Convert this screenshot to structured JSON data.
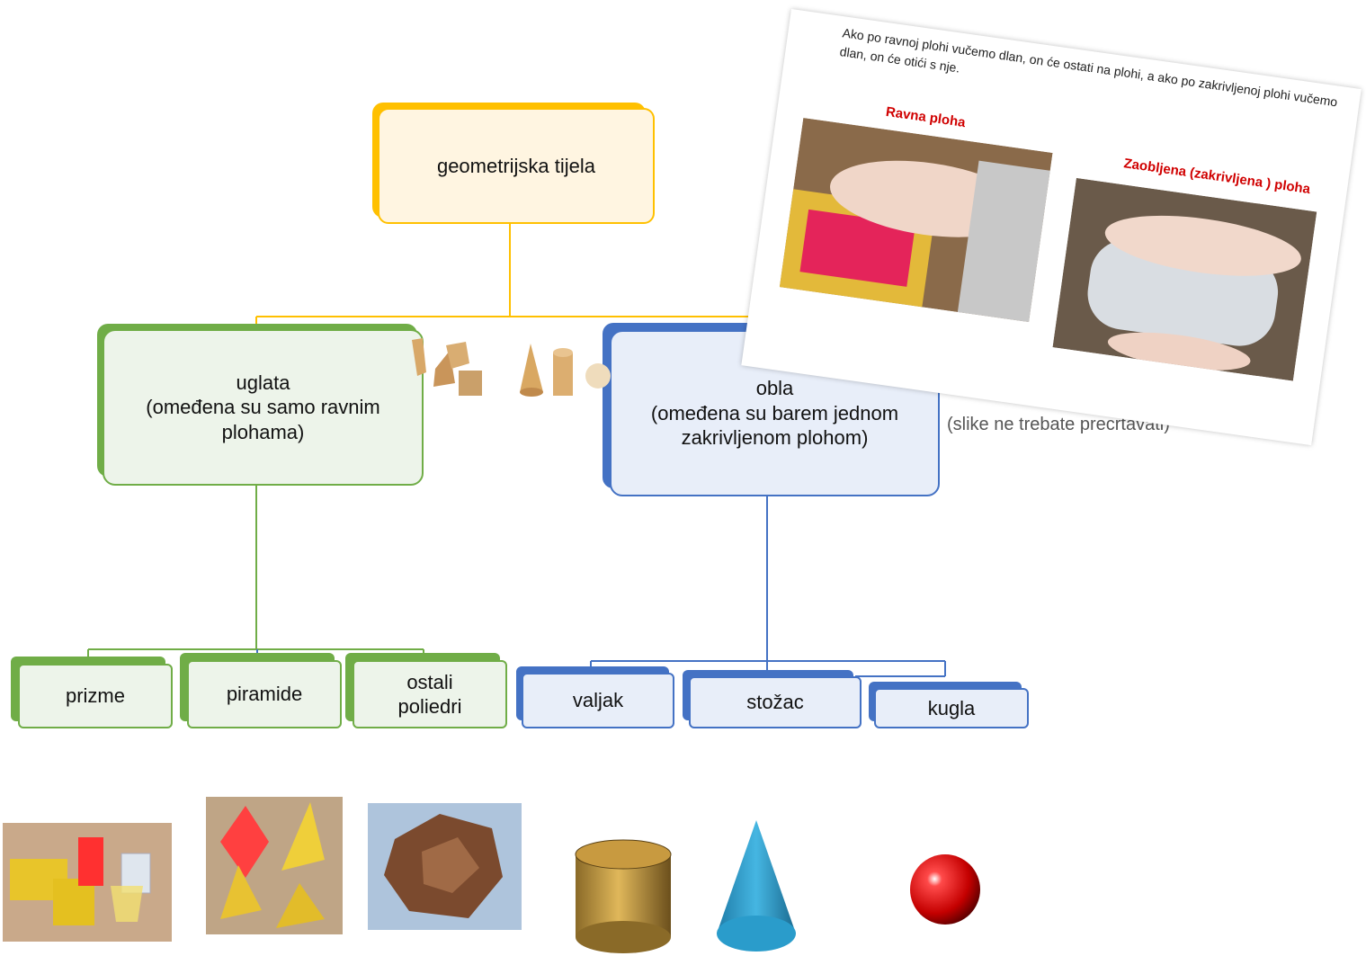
{
  "root": {
    "label": "geometrijska tijela"
  },
  "branches": {
    "angular": {
      "label": "uglata\n(omeđena su samo ravnim\nplohama)"
    },
    "round": {
      "label": "obla\n(omeđena su barem jednom\nzakrivljenom plohom)"
    }
  },
  "leaves": {
    "angular": [
      {
        "label": "prizme"
      },
      {
        "label": "piramide"
      },
      {
        "label": "ostali\npoliedri"
      }
    ],
    "round": [
      {
        "label": "valjak"
      },
      {
        "label": "stožac"
      },
      {
        "label": "kugla"
      }
    ]
  },
  "note": "(slike ne trebate precrtavati)",
  "inset": {
    "text": "Ako po ravnoj plohi vučemo dlan, on će ostati na plohi, a ako po zakrivljenoj plohi vučemo dlan, on će otići s nje.",
    "flat_label": "Ravna ploha",
    "curved_label": "Zaobljena (zakrivljena ) ploha"
  },
  "colors": {
    "yellow": "#ffc000",
    "green": "#70ad47",
    "blue": "#4472c4",
    "red": "#d00000"
  }
}
